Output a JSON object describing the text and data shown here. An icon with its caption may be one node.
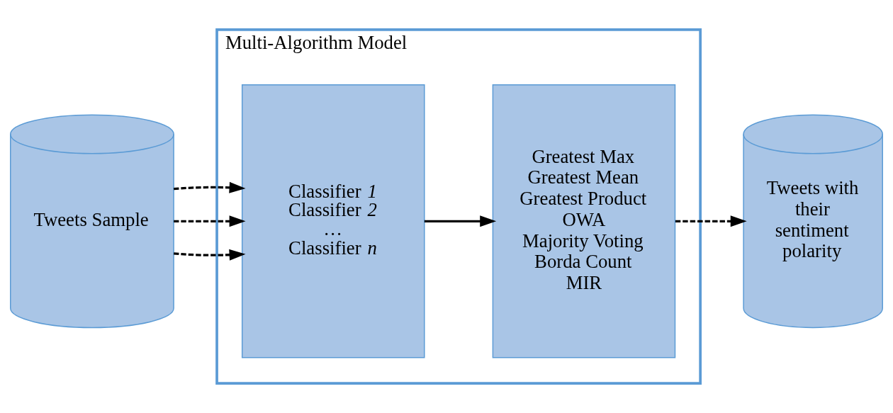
{
  "diagram": {
    "nodes": [
      {
        "text": [
          "Tweets Sample"
        ]
      },
      {
        "text": [
          "Multi-Algorithm Model"
        ]
      },
      {
        "text": [
          "Classifier *1*",
          "Classifier *2*",
          "…",
          "Classifier *n*"
        ],
        "in": 1
      },
      {
        "text": [
          "Greatest Max",
          "Greatest Mean",
          "Greatest Product",
          "OWA",
          "Majority Voting",
          "Borda Count",
          "MIR"
        ],
        "in": 1
      },
      {
        "text": [
          "Tweets with their sentiment polarity"
        ]
      }
    ],
    "edges": [
      {
        "from": 0,
        "to": 2,
        "arrow": "to",
        "style": "dashed"
      },
      {
        "from": 0,
        "to": 2,
        "arrow": "to",
        "style": "dashed"
      },
      {
        "from": 0,
        "to": 2,
        "arrow": "to",
        "style": "dashed"
      },
      {
        "from": 2,
        "to": 3,
        "arrow": "to"
      },
      {
        "from": 3,
        "to": 4,
        "arrow": "to",
        "style": "dashed"
      }
    ]
  }
}
